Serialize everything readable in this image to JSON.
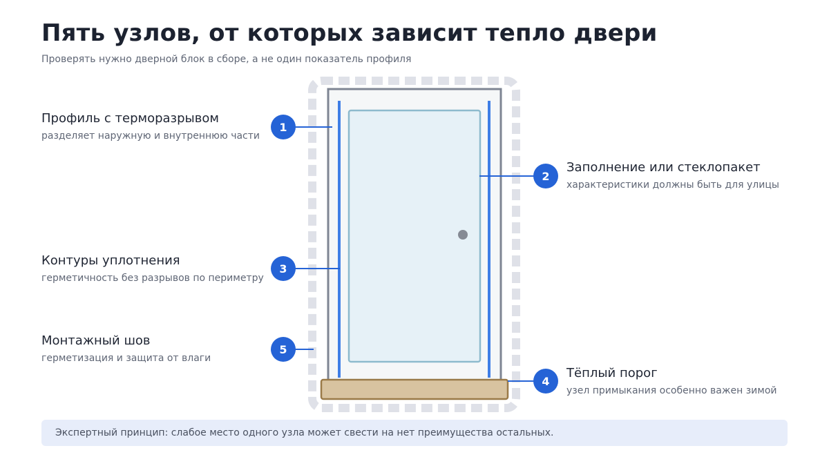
{
  "header": {
    "title": "Пять узлов, от которых зависит тепло двери",
    "subtitle": "Проверять нужно дверной блок в сборе, а не один показатель профиля"
  },
  "nodes": [
    {
      "number": "1",
      "title": "Профиль с терморазрывом",
      "description": "разделяет наружную и внутреннюю части"
    },
    {
      "number": "2",
      "title": "Заполнение или стеклопакет",
      "description": "характеристики должны быть для улицы"
    },
    {
      "number": "3",
      "title": "Контуры уплотнения",
      "description": "герметичность без разрывов по периметру"
    },
    {
      "number": "4",
      "title": "Тёплый порог",
      "description": "узел примыкания особенно важен зимой"
    },
    {
      "number": "5",
      "title": "Монтажный шов",
      "description": "герметизация и защита от влаги"
    }
  ],
  "footer": {
    "principle": "Экспертный принцип: слабое место одного узла может свести на нет преимущества остальных."
  },
  "colors": {
    "accent": "#2563d6",
    "seal": "#3f7ee6",
    "frame": "#7e8593",
    "glass": "#e6f1f7",
    "threshold": "#d8c3a0"
  }
}
